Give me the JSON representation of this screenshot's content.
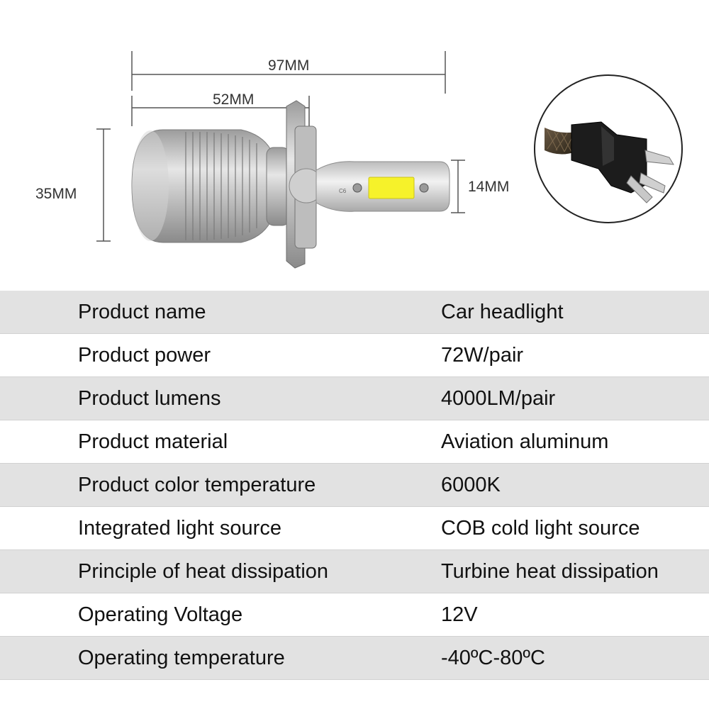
{
  "dimensions": {
    "overall_length": "97MM",
    "base_length": "52MM",
    "body_diameter": "35MM",
    "tip_diameter": "14MM"
  },
  "chip_marking": "C6",
  "specs": [
    {
      "label": "Product name",
      "value": "Car headlight"
    },
    {
      "label": "Product power",
      "value": "72W/pair"
    },
    {
      "label": "Product lumens",
      "value": "4000LM/pair"
    },
    {
      "label": "Product material",
      "value": "Aviation aluminum"
    },
    {
      "label": "Product color temperature",
      "value": "6000K"
    },
    {
      "label": "Integrated light source",
      "value": "COB cold light source"
    },
    {
      "label": "Principle of heat dissipation",
      "value": "Turbine heat dissipation"
    },
    {
      "label": "Operating Voltage",
      "value": "12V"
    },
    {
      "label": "Operating temperature",
      "value": "-40ºC-80ºC"
    }
  ],
  "colors": {
    "row_shaded": "#e2e2e2",
    "row_plain": "#ffffff",
    "led_chip": "#f6f22a",
    "aluminum": "#c4c4c4",
    "connector": "#1c1c1c"
  }
}
